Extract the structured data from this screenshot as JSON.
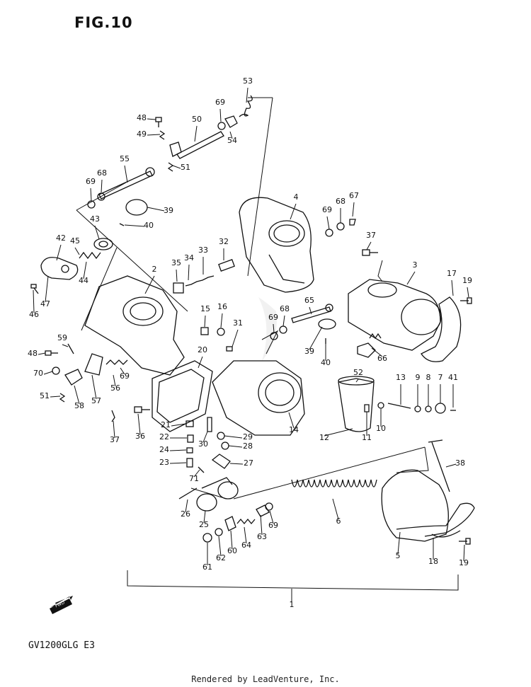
{
  "figure": {
    "title": "FIG.10",
    "model_code": "GV1200GLG E3",
    "footer": "Rendered by LeadVenture, Inc.",
    "fwd_label": "FWD"
  },
  "callouts": [
    {
      "id": "c53",
      "label": "53"
    },
    {
      "id": "c69a",
      "label": "69"
    },
    {
      "id": "c48a",
      "label": "48"
    },
    {
      "id": "c50",
      "label": "50"
    },
    {
      "id": "c49",
      "label": "49"
    },
    {
      "id": "c54",
      "label": "54"
    },
    {
      "id": "c51a",
      "label": "51"
    },
    {
      "id": "c55",
      "label": "55"
    },
    {
      "id": "c68a",
      "label": "68"
    },
    {
      "id": "c69b",
      "label": "69"
    },
    {
      "id": "c39a",
      "label": "39"
    },
    {
      "id": "c40a",
      "label": "40"
    },
    {
      "id": "c43",
      "label": "43"
    },
    {
      "id": "c42",
      "label": "42"
    },
    {
      "id": "c45",
      "label": "45"
    },
    {
      "id": "c44",
      "label": "44"
    },
    {
      "id": "c47",
      "label": "47"
    },
    {
      "id": "c46",
      "label": "46"
    },
    {
      "id": "c4",
      "label": "4"
    },
    {
      "id": "c69c",
      "label": "69"
    },
    {
      "id": "c68b",
      "label": "68"
    },
    {
      "id": "c67",
      "label": "67"
    },
    {
      "id": "c37a",
      "label": "37"
    },
    {
      "id": "c3",
      "label": "3"
    },
    {
      "id": "c17",
      "label": "17"
    },
    {
      "id": "c19a",
      "label": "19"
    },
    {
      "id": "c2",
      "label": "2"
    },
    {
      "id": "c35",
      "label": "35"
    },
    {
      "id": "c34",
      "label": "34"
    },
    {
      "id": "c33",
      "label": "33"
    },
    {
      "id": "c32",
      "label": "32"
    },
    {
      "id": "c15",
      "label": "15"
    },
    {
      "id": "c16",
      "label": "16"
    },
    {
      "id": "c31",
      "label": "31"
    },
    {
      "id": "c65",
      "label": "65"
    },
    {
      "id": "c69d",
      "label": "69"
    },
    {
      "id": "c68c",
      "label": "68"
    },
    {
      "id": "c39b",
      "label": "39"
    },
    {
      "id": "c40b",
      "label": "40"
    },
    {
      "id": "c66",
      "label": "66"
    },
    {
      "id": "c59",
      "label": "59"
    },
    {
      "id": "c48b",
      "label": "48"
    },
    {
      "id": "c70",
      "label": "70"
    },
    {
      "id": "c69e",
      "label": "69"
    },
    {
      "id": "c56",
      "label": "56"
    },
    {
      "id": "c20",
      "label": "20"
    },
    {
      "id": "c51b",
      "label": "51"
    },
    {
      "id": "c58",
      "label": "58"
    },
    {
      "id": "c57",
      "label": "57"
    },
    {
      "id": "c37b",
      "label": "37"
    },
    {
      "id": "c36",
      "label": "36"
    },
    {
      "id": "c52",
      "label": "52"
    },
    {
      "id": "c13",
      "label": "13"
    },
    {
      "id": "c9",
      "label": "9"
    },
    {
      "id": "c8",
      "label": "8"
    },
    {
      "id": "c7",
      "label": "7"
    },
    {
      "id": "c41",
      "label": "41"
    },
    {
      "id": "c21",
      "label": "21"
    },
    {
      "id": "c22",
      "label": "22"
    },
    {
      "id": "c24",
      "label": "24"
    },
    {
      "id": "c23",
      "label": "23"
    },
    {
      "id": "c30",
      "label": "30"
    },
    {
      "id": "c29",
      "label": "29"
    },
    {
      "id": "c28",
      "label": "28"
    },
    {
      "id": "c27",
      "label": "27"
    },
    {
      "id": "c14",
      "label": "14"
    },
    {
      "id": "c12",
      "label": "12"
    },
    {
      "id": "c11",
      "label": "11"
    },
    {
      "id": "c10",
      "label": "10"
    },
    {
      "id": "c38",
      "label": "38"
    },
    {
      "id": "c71",
      "label": "71"
    },
    {
      "id": "c26",
      "label": "26"
    },
    {
      "id": "c25",
      "label": "25"
    },
    {
      "id": "c6",
      "label": "6"
    },
    {
      "id": "c69f",
      "label": "69"
    },
    {
      "id": "c63",
      "label": "63"
    },
    {
      "id": "c64",
      "label": "64"
    },
    {
      "id": "c60",
      "label": "60"
    },
    {
      "id": "c62",
      "label": "62"
    },
    {
      "id": "c61",
      "label": "61"
    },
    {
      "id": "c5",
      "label": "5"
    },
    {
      "id": "c18",
      "label": "18"
    },
    {
      "id": "c19b",
      "label": "19"
    },
    {
      "id": "c1",
      "label": "1"
    }
  ]
}
